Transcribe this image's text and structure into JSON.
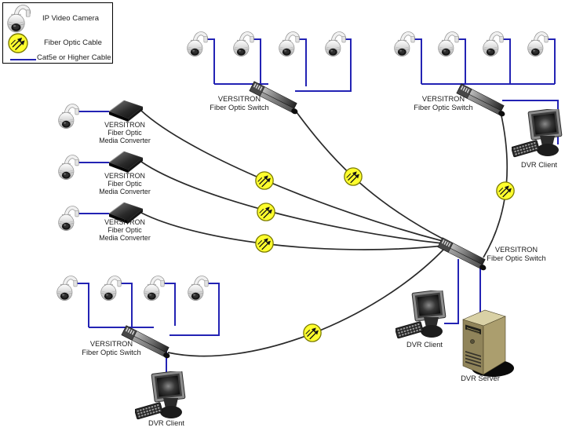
{
  "legend": {
    "items": [
      {
        "label": "IP Video Camera"
      },
      {
        "label": "Fiber Optic Cable"
      },
      {
        "label": "Cat5e or Higher Cable"
      }
    ]
  },
  "labels": {
    "switch_top": {
      "line1": "VERSITRON",
      "line2": "Fiber Optic Switch"
    },
    "switch_right": {
      "line1": "VERSITRON",
      "line2": "Fiber Optic Switch"
    },
    "switch_bottom": {
      "line1": "VERSITRON",
      "line2": "Fiber Optic Switch"
    },
    "switch_core": {
      "line1": "VERSITRON",
      "line2": "Fiber Optic Switch"
    },
    "converter1": {
      "line1": "VERSITRON",
      "line2": "Fiber Optic",
      "line3": "Media Converter"
    },
    "converter2": {
      "line1": "VERSITRON",
      "line2": "Fiber Optic",
      "line3": "Media Converter"
    },
    "converter3": {
      "line1": "VERSITRON",
      "line2": "Fiber Optic",
      "line3": "Media Converter"
    },
    "dvr_client_right": "DVR Client",
    "dvr_client_center": "DVR Client",
    "dvr_client_bottom": "DVR Client",
    "dvr_server": "DVR Server"
  },
  "colors": {
    "cat5e_cable": "#2323b4",
    "fiber_cable": "#2a2a2a",
    "fiber_connector_fill": "#ffff2e",
    "fiber_connector_stroke": "#7c7c00"
  }
}
